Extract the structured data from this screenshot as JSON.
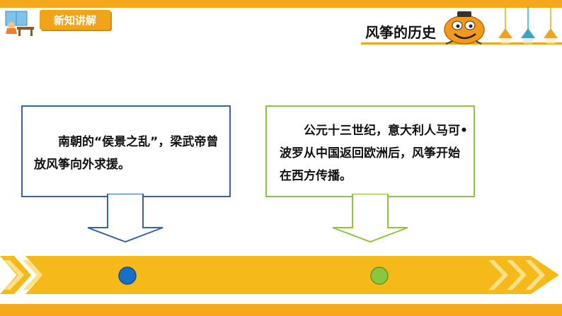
{
  "header": {
    "section_tag": "新知讲解",
    "title": "风筝的历史"
  },
  "events": [
    {
      "text": "南朝的“侯景之乱”，梁武帝曾放风筝向外求援。",
      "box_color": "#3a61a8",
      "marker_color": "#1a6fc4"
    },
    {
      "text": "公元十三世纪，意大利人马可•波罗从中国返回欧洲后，风筝开始在西方传播。",
      "box_color": "#8cc63e",
      "marker_color": "#8cc63e"
    }
  ],
  "colors": {
    "accent": "#f5a81c",
    "timeline": "#f5b91a"
  },
  "icons": [
    "student-desk-icon",
    "mascot-icon",
    "lamp-icon"
  ]
}
